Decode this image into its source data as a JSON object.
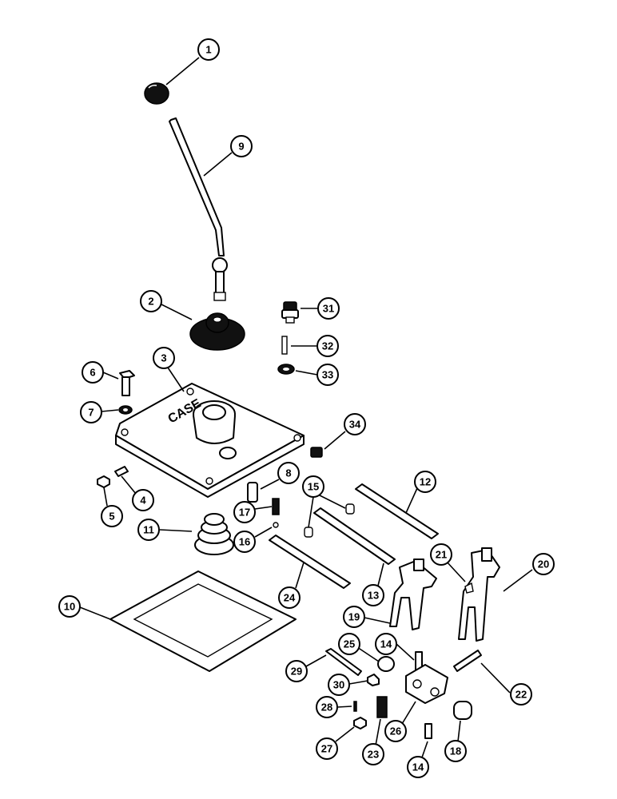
{
  "diagram": {
    "callouts": {
      "c1": "1",
      "c9": "9",
      "c2": "2",
      "c31": "31",
      "c32": "32",
      "c33": "33",
      "c6": "6",
      "c3": "3",
      "c7": "7",
      "c34": "34",
      "c8": "8",
      "c12": "12",
      "c15": "15",
      "c5": "5",
      "c4": "4",
      "c17": "17",
      "c11": "11",
      "c16": "16",
      "c21": "21",
      "c20": "20",
      "c24": "24",
      "c13": "13",
      "c10": "10",
      "c19": "19",
      "c14a": "14",
      "c25": "25",
      "c29": "29",
      "c30": "30",
      "c22": "22",
      "c28": "28",
      "c26": "26",
      "c27": "27",
      "c23": "23",
      "c14b": "14",
      "c18": "18"
    },
    "cover_text": "CASE"
  }
}
